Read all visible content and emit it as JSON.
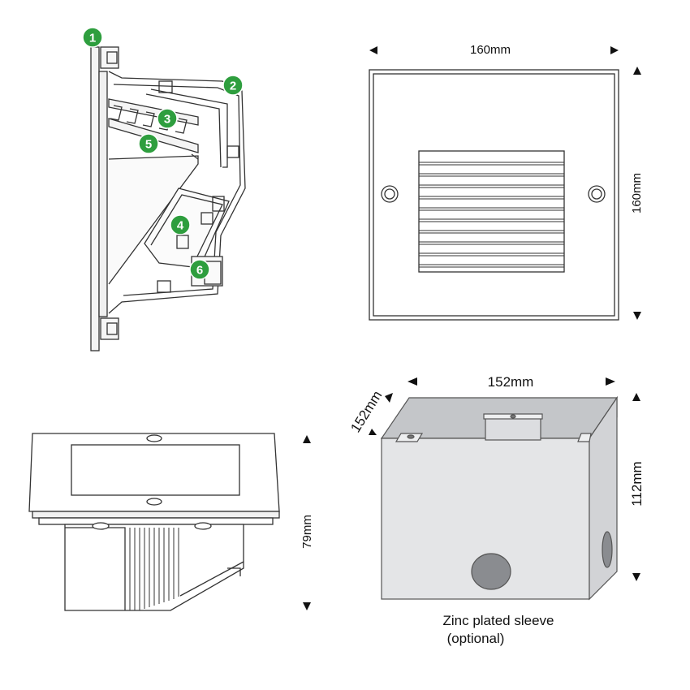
{
  "markers": [
    "1",
    "2",
    "3",
    "4",
    "5",
    "6"
  ],
  "front": {
    "width_label": "160mm",
    "height_label": "160mm"
  },
  "side": {
    "depth_label": "79mm"
  },
  "sleeve": {
    "width_label": "152mm",
    "depth_label": "152mm",
    "height_label": "112mm",
    "caption_line1": "Zinc plated sleeve",
    "caption_line2": "(optional)"
  },
  "colors": {
    "marker_green": "#2e9e3e",
    "line": "#333333",
    "sleeve_front": "#e4e5e7",
    "sleeve_side": "#d2d3d6",
    "sleeve_inside": "#c4c6c9",
    "hole": "#8a8c90",
    "fin": "#e8e8e8"
  }
}
